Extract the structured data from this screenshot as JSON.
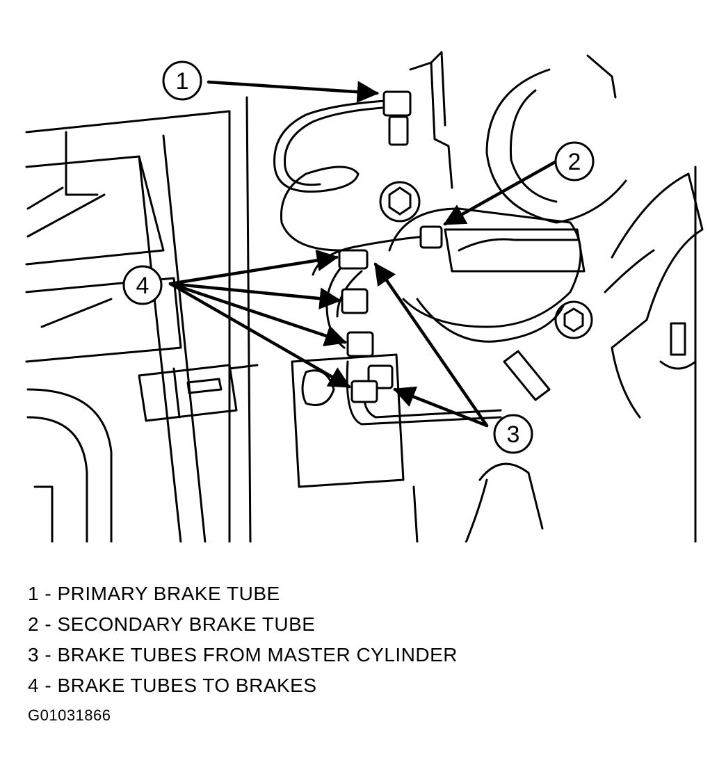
{
  "callouts": [
    {
      "number": "1"
    },
    {
      "number": "2"
    },
    {
      "number": "3"
    },
    {
      "number": "4"
    }
  ],
  "legend": [
    "1 - PRIMARY BRAKE TUBE",
    "2 - SECONDARY BRAKE TUBE",
    "3 - BRAKE TUBES FROM MASTER CYLINDER",
    "4 - BRAKE TUBES TO BRAKES"
  ],
  "figure_id": "G01031866"
}
